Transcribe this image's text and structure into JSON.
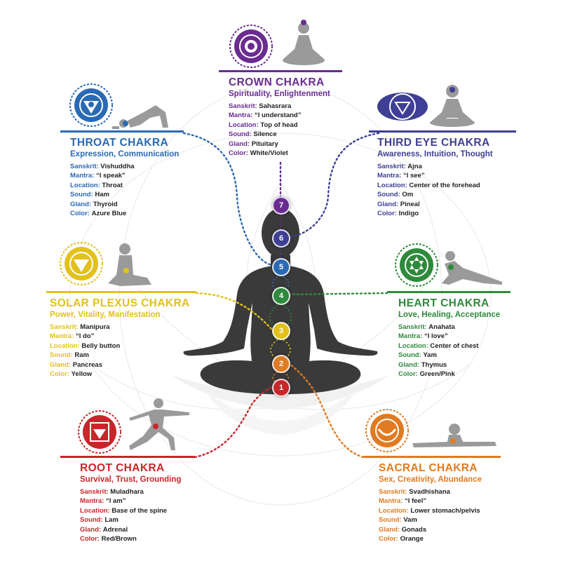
{
  "colors": {
    "crown": "#6a2c91",
    "third_eye": "#3f3f96",
    "throat": "#2a6ab5",
    "heart": "#2e8a3c",
    "solar": "#e2c11c",
    "sacral": "#e07b22",
    "root": "#c8262a",
    "silhouette": "#3a3a3a",
    "pose_figure": "#9a9a9a"
  },
  "labels": {
    "sanskrit": "Sanskrit:",
    "mantra": "Mantra:",
    "location": "Location:",
    "sound": "Sound:",
    "gland": "Gland:",
    "color": "Color:"
  },
  "chakras": {
    "crown": {
      "number": "7",
      "title": "CROWN CHAKRA",
      "subtitle": "Spirituality, Enlightenment",
      "sanskrit": "Sahasrara",
      "mantra": "“I understand”",
      "location": "Top of head",
      "sound": "Silence",
      "gland": "Pituitary",
      "color": "White/Violet",
      "icon": "lotus-thousand-petal-icon"
    },
    "third_eye": {
      "number": "6",
      "title": "THIRD EYE CHAKRA",
      "subtitle": "Awareness, Intuition, Thought",
      "sanskrit": "Ajna",
      "mantra": "“I see”",
      "location": "Center of the forehead",
      "sound": "Om",
      "gland": "Pineal",
      "color": "Indigo",
      "icon": "two-petal-lotus-icon"
    },
    "throat": {
      "number": "5",
      "title": "THROAT CHAKRA",
      "subtitle": "Expression, Communication",
      "sanskrit": "Vishuddha",
      "mantra": "“I speak”",
      "location": "Throat",
      "sound": "Ham",
      "gland": "Thyroid",
      "color": "Azure Blue",
      "icon": "sixteen-petal-lotus-icon"
    },
    "heart": {
      "number": "4",
      "title": "HEART CHAKRA",
      "subtitle": "Love, Healing, Acceptance",
      "sanskrit": "Anahata",
      "mantra": "“I love”",
      "location": "Center of chest",
      "sound": "Yam",
      "gland": "Thymus",
      "color": "Green/Pink",
      "icon": "hexagram-lotus-icon"
    },
    "solar": {
      "number": "3",
      "title": "SOLAR PLEXUS CHAKRA",
      "subtitle": "Power, Vitality, Manifestation",
      "sanskrit": "Manipura",
      "mantra": "“I do”",
      "location": "Belly button",
      "sound": "Ram",
      "gland": "Pancreas",
      "color": "Yellow",
      "icon": "ten-petal-triangle-icon"
    },
    "sacral": {
      "number": "2",
      "title": "SACRAL CHAKRA",
      "subtitle": "Sex, Creativity, Abundance",
      "sanskrit": "Svadhishana",
      "mantra": "“I feel”",
      "location": "Lower stomach/pelvis",
      "sound": "Vam",
      "gland": "Gonads",
      "color": "Orange",
      "icon": "crescent-lotus-icon"
    },
    "root": {
      "number": "1",
      "title": "ROOT CHAKRA",
      "subtitle": "Survival, Trust, Grounding",
      "sanskrit": "Muladhara",
      "mantra": "“I am”",
      "location": "Base of the spine",
      "sound": "Lam",
      "gland": "Adrenal",
      "color": "Red/Brown",
      "icon": "square-lotus-icon"
    }
  }
}
